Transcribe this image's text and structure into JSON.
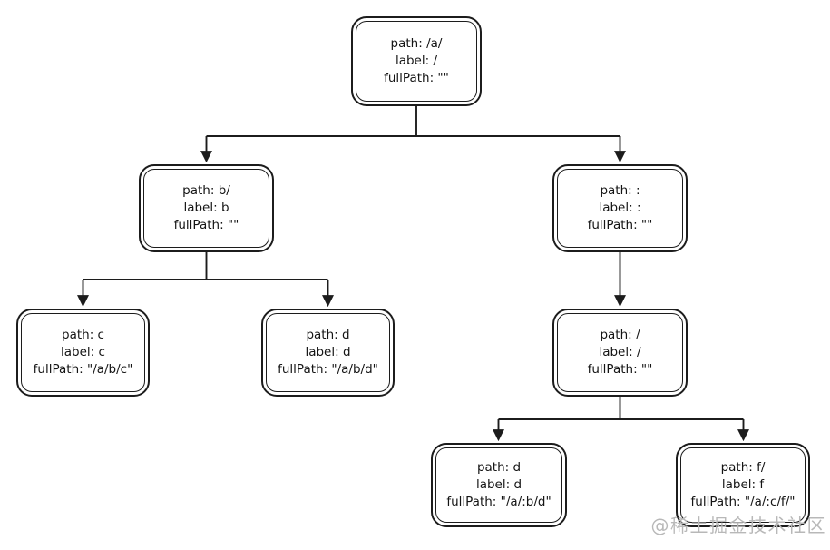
{
  "diagram": {
    "background": "#ffffff",
    "line_color": "#1c1c1c",
    "nodes": [
      {
        "id": "root",
        "lines": [
          "path: /a/",
          "label: /",
          "fullPath: \"\""
        ]
      },
      {
        "id": "b",
        "lines": [
          "path: b/",
          "label: b",
          "fullPath: \"\""
        ]
      },
      {
        "id": "param",
        "lines": [
          "path: :",
          "label: :",
          "fullPath: \"\""
        ]
      },
      {
        "id": "c",
        "lines": [
          "path: c",
          "label: c",
          "fullPath: \"/a/b/c\""
        ]
      },
      {
        "id": "d-under-b",
        "lines": [
          "path: d",
          "label: d",
          "fullPath: \"/a/b/d\""
        ]
      },
      {
        "id": "slash",
        "lines": [
          "path: /",
          "label: /",
          "fullPath: \"\""
        ]
      },
      {
        "id": "d-under-slash",
        "lines": [
          "path: d",
          "label: d",
          "fullPath: \"/a/:b/d\""
        ]
      },
      {
        "id": "f",
        "lines": [
          "path: f/",
          "label: f",
          "fullPath: \"/a/:c/f/\""
        ]
      }
    ],
    "edges": [
      {
        "from": "root",
        "to": "b"
      },
      {
        "from": "root",
        "to": "param"
      },
      {
        "from": "b",
        "to": "c"
      },
      {
        "from": "b",
        "to": "d-under-b"
      },
      {
        "from": "param",
        "to": "slash"
      },
      {
        "from": "slash",
        "to": "d-under-slash"
      },
      {
        "from": "slash",
        "to": "f"
      }
    ],
    "watermark": {
      "text": "@稀土掘金技术社区",
      "color": "#b8b8b8"
    }
  }
}
